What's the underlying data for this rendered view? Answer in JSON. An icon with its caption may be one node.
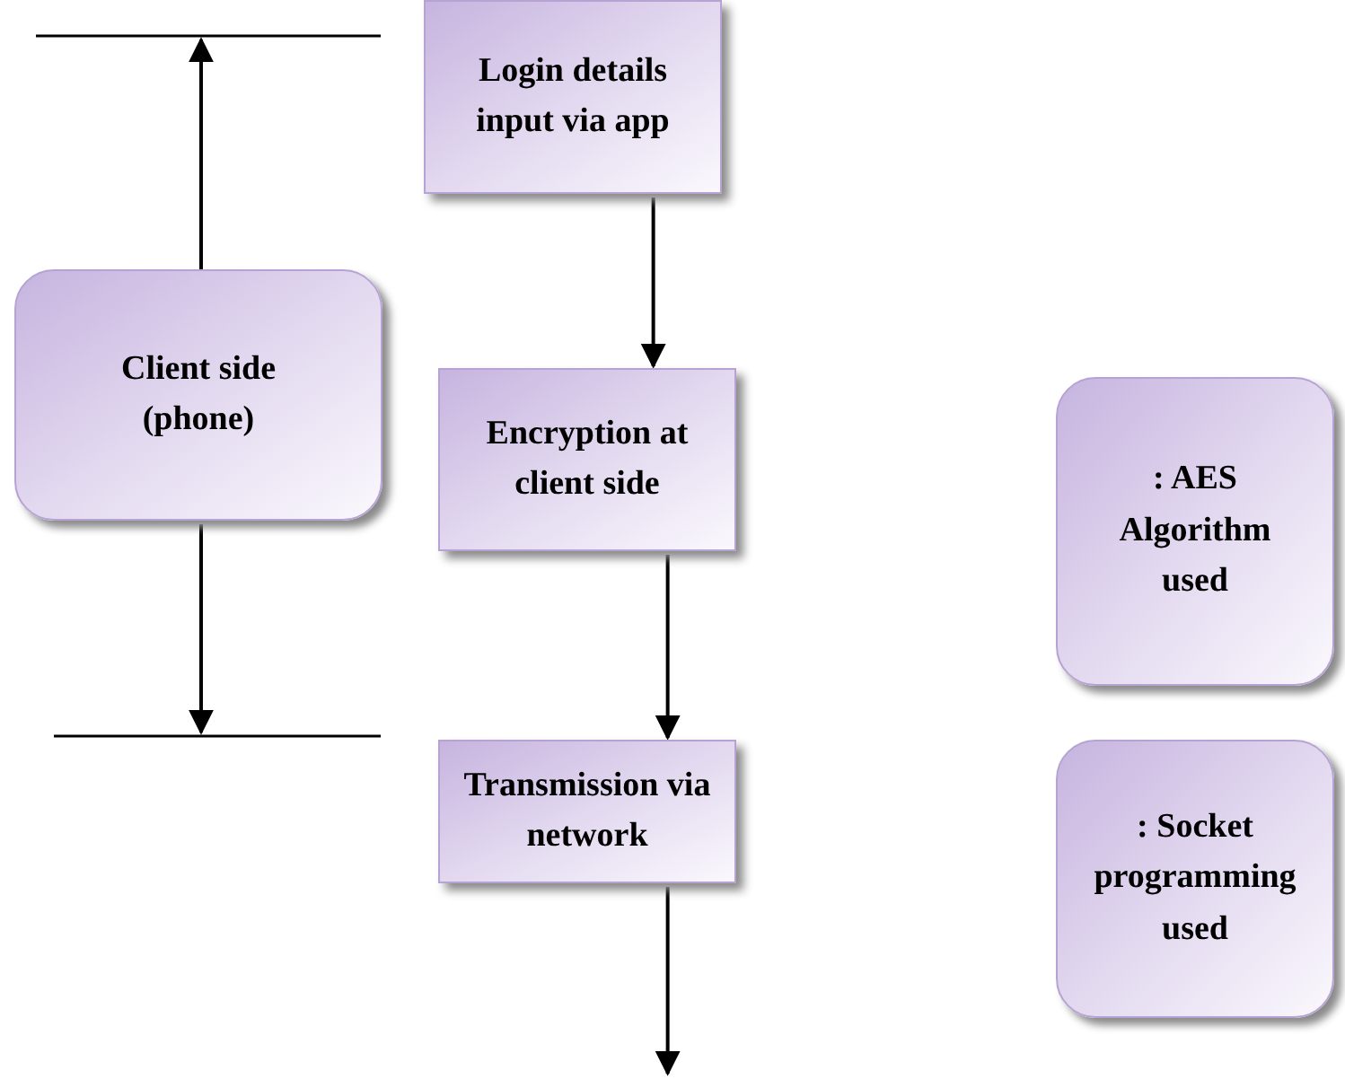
{
  "diagram": {
    "nodes": [
      {
        "text": [
          "Login details input via app"
        ]
      },
      {
        "text": [
          "Encryption at client side"
        ]
      },
      {
        "text": [
          "Transmission via network"
        ]
      },
      {
        "text": [
          "Client side (phone)"
        ]
      },
      {
        "text": [
          ": AES Algorithm used"
        ]
      },
      {
        "text": [
          ": Socket programming used"
        ]
      }
    ],
    "edges": [
      {
        "from": 0,
        "to": 1,
        "arrow": "to"
      },
      {
        "from": 1,
        "to": 2,
        "arrow": "to"
      },
      {
        "from": 2,
        "to": null,
        "arrow": "to"
      }
    ]
  }
}
